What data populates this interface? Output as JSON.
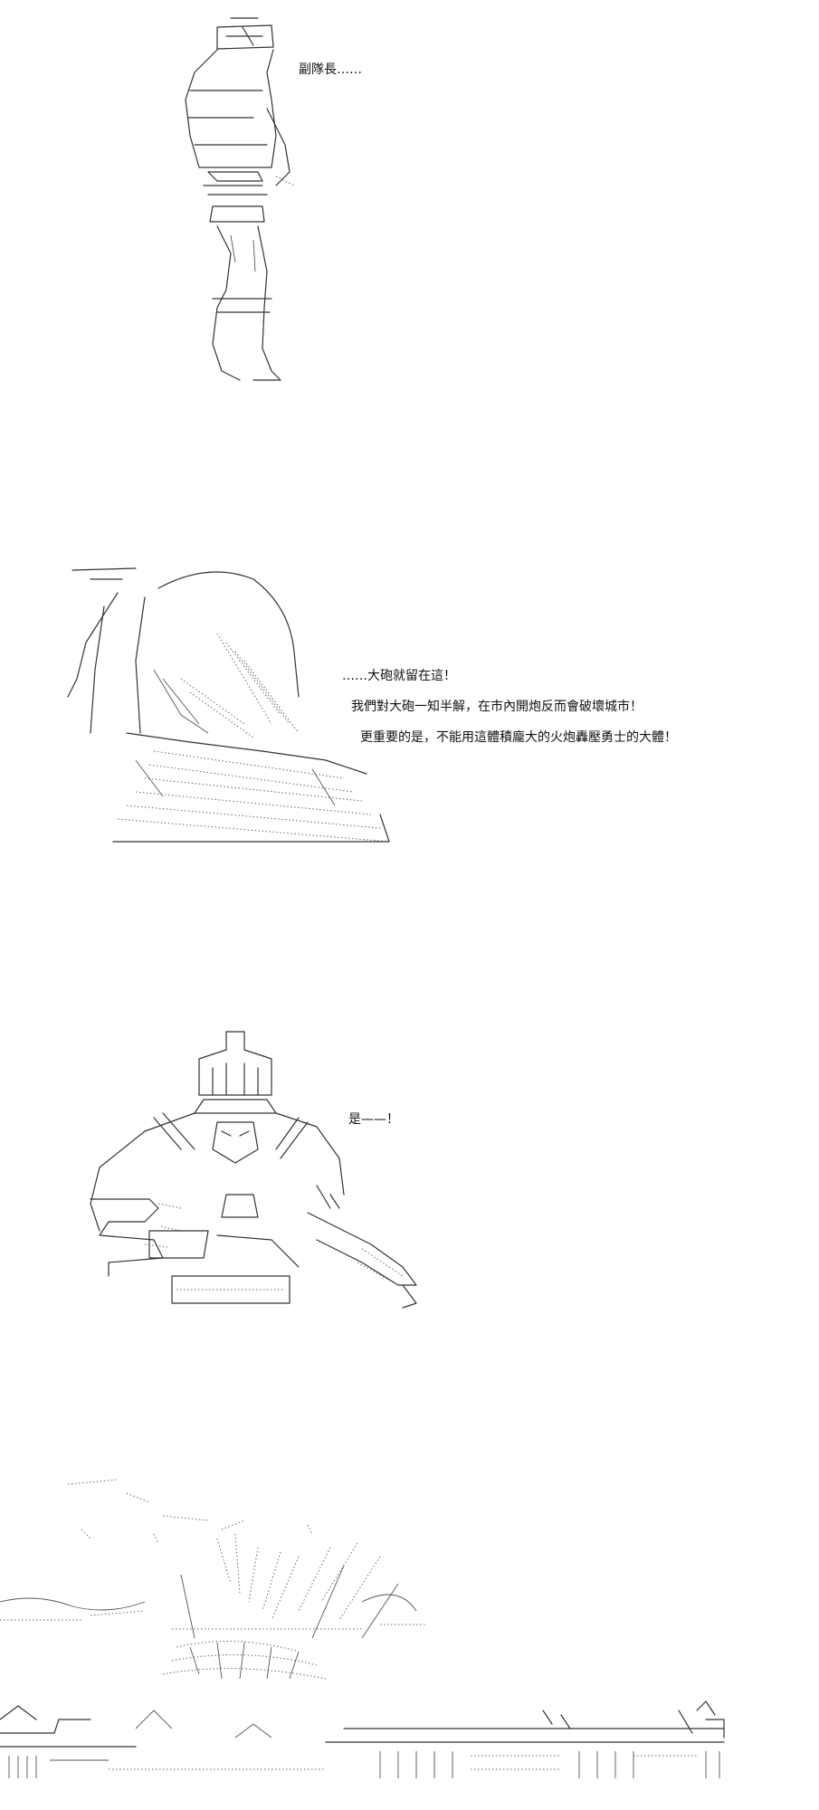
{
  "panels": [
    {
      "lines": [
        "副隊長……"
      ]
    },
    {
      "lines": [
        "……大砲就留在這！",
        "我們對大砲一知半解，在市內開炮反而會破壞城市！",
        "更重要的是，不能用這體積龐大的火炮轟壓勇士的大體！"
      ]
    },
    {
      "lines": [
        "是——！"
      ]
    },
    {
      "lines": []
    }
  ]
}
